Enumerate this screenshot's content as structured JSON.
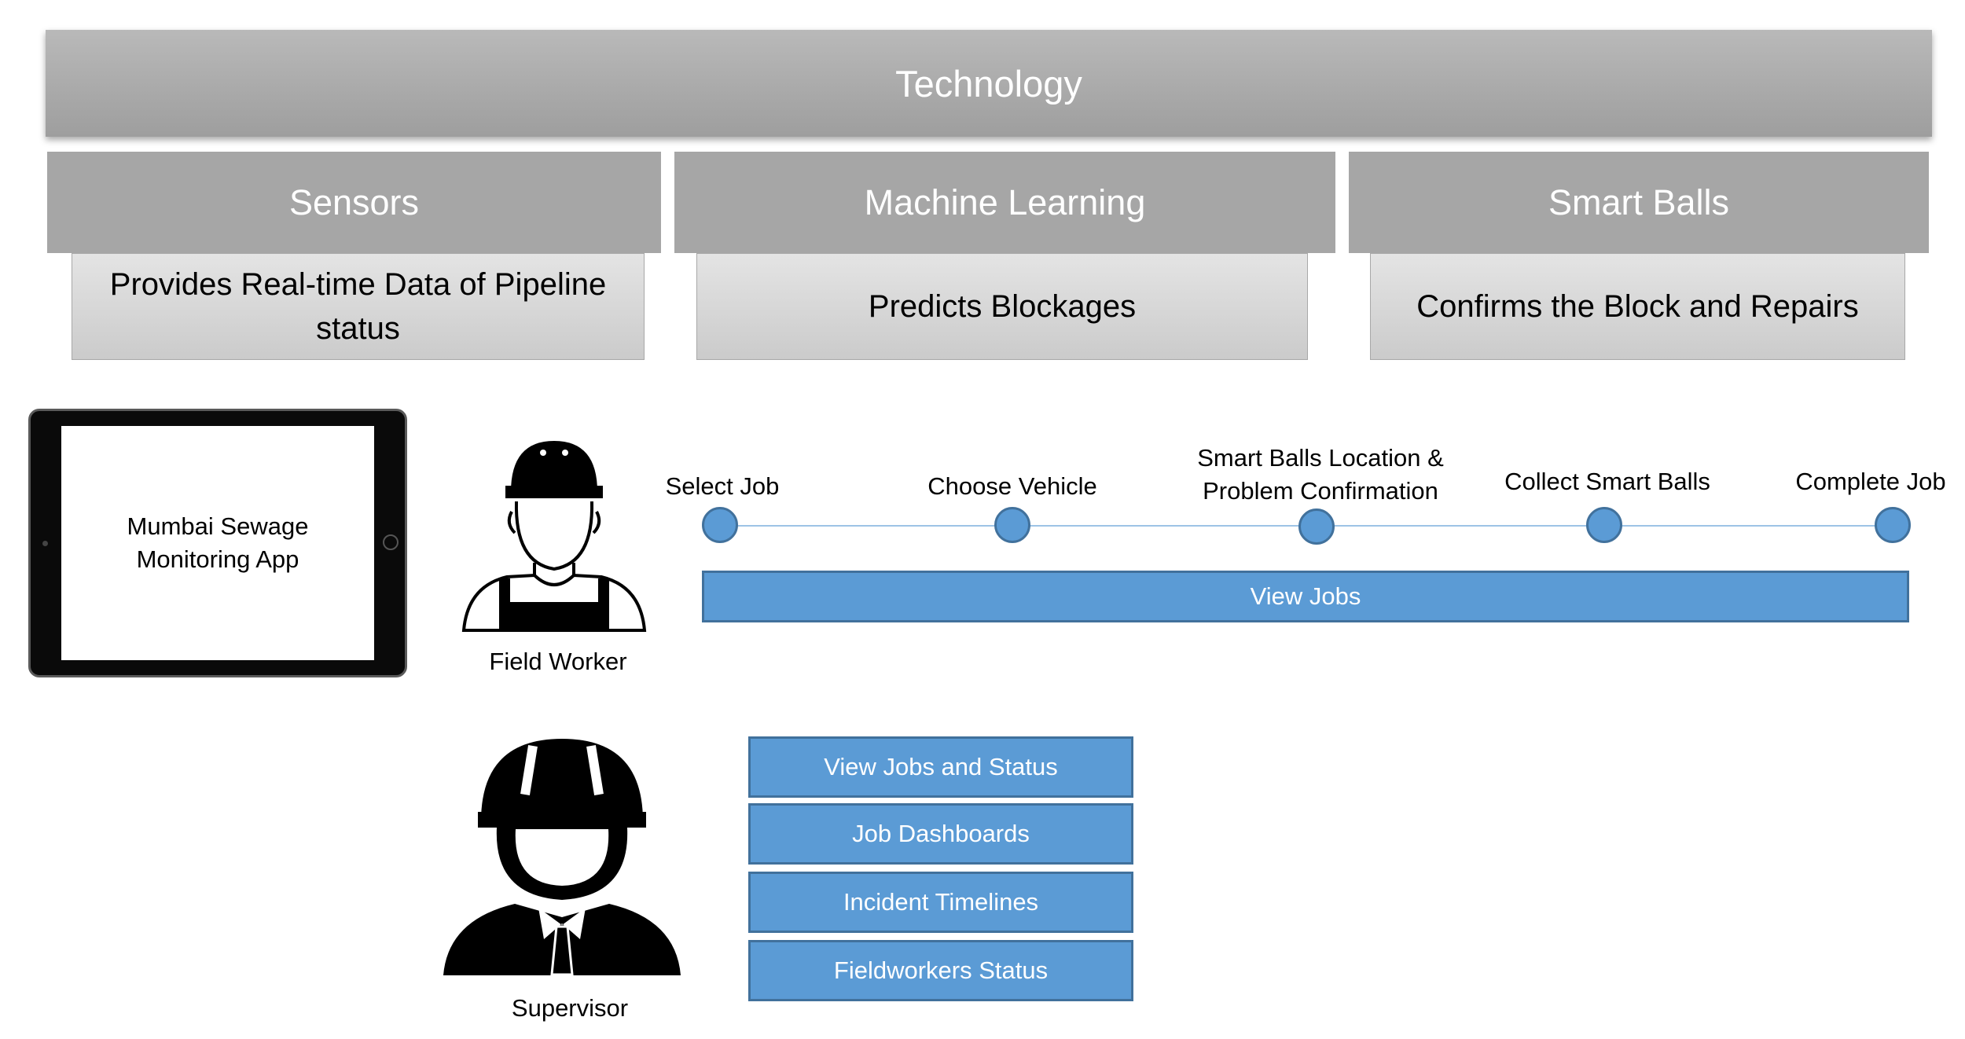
{
  "technology": {
    "title": "Technology"
  },
  "pillars": [
    {
      "title": "Sensors",
      "description": "Provides Real-time Data of Pipeline status"
    },
    {
      "title": "Machine Learning",
      "description": "Predicts Blockages"
    },
    {
      "title": "Smart Balls",
      "description": "Confirms the Block and Repairs"
    }
  ],
  "app": {
    "name": "Mumbai Sewage Monitoring App"
  },
  "field_worker": {
    "label": "Field Worker",
    "steps": [
      "Select Job",
      "Choose Vehicle",
      "Smart Balls Location & Problem Confirmation",
      "Collect Smart Balls",
      "Complete Job"
    ],
    "button": "View Jobs"
  },
  "supervisor": {
    "label": "Supervisor",
    "buttons": [
      "View Jobs and Status",
      "Job Dashboards",
      "Incident Timelines",
      "Fieldworkers Status"
    ]
  },
  "colors": {
    "accent_blue": "#5b9bd5",
    "accent_border": "#41719c",
    "pillar_gray": "#a6a6a6",
    "banner_gray": "#aaaaaa"
  }
}
